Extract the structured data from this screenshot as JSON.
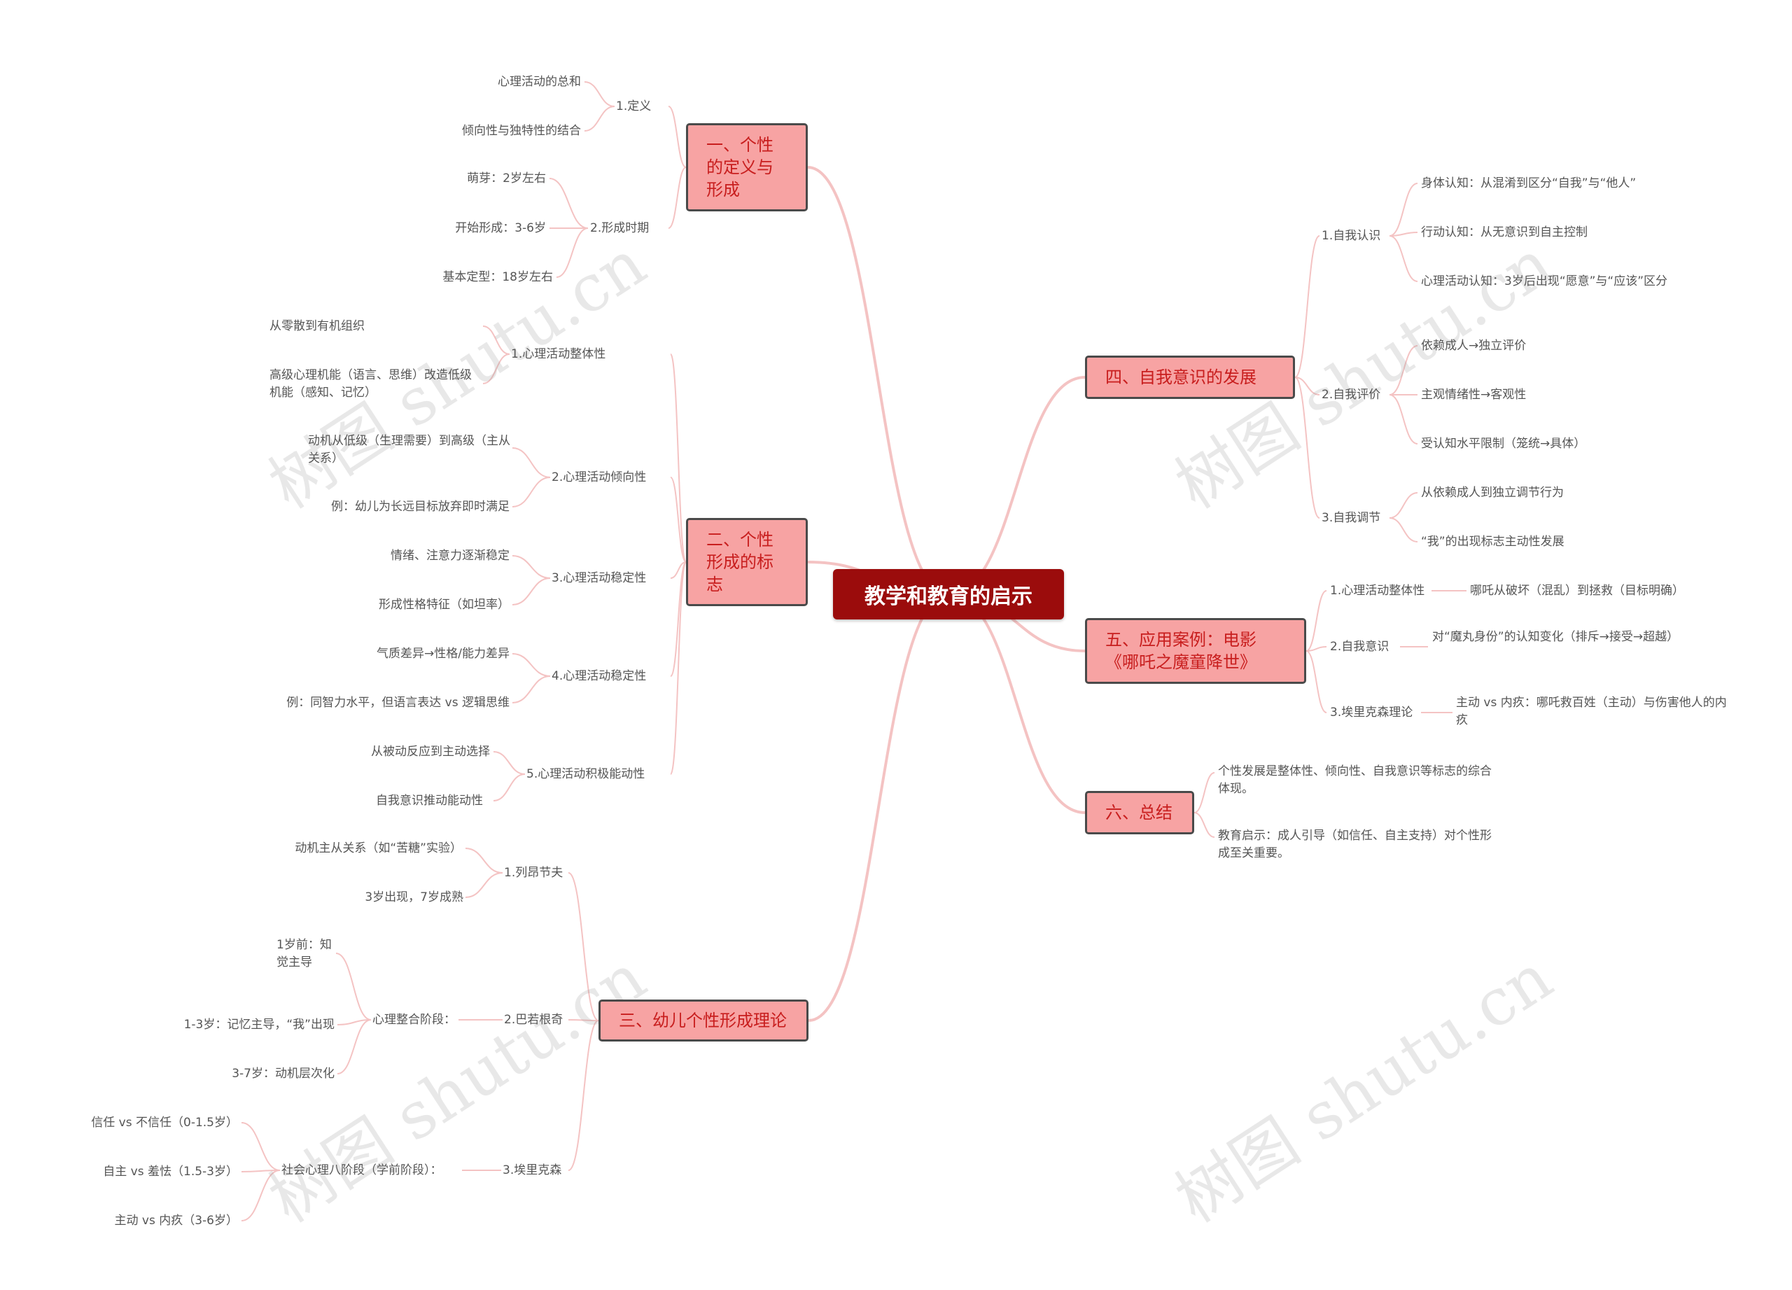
{
  "root": "教学和教育的启示",
  "watermark": "树图 shutu.cn",
  "colors": {
    "root_fill": "#9b0c0c",
    "topic_fill": "#f7a3a3",
    "topic_text": "#c81e1e",
    "link": "#f4c3c3"
  },
  "branches": {
    "b1": {
      "title": "一、个性的定义与形成",
      "children": [
        {
          "label": "1.定义",
          "leaves": [
            "心理活动的总和",
            "倾向性与独特性的结合"
          ]
        },
        {
          "label": "2.形成时期",
          "leaves": [
            "萌芽：2岁左右",
            "开始形成：3-6岁",
            "基本定型：18岁左右"
          ]
        }
      ]
    },
    "b2": {
      "title": "二、个性形成的标志",
      "children": [
        {
          "label": "1.心理活动整体性",
          "leaves": [
            "从零散到有机组织",
            "高级心理机能（语言、思维）改造低级机能（感知、记忆）"
          ]
        },
        {
          "label": "2.心理活动倾向性",
          "leaves": [
            "动机从低级（生理需要）到高级（主从关系）",
            "例：幼儿为长远目标放弃即时满足"
          ]
        },
        {
          "label": "3.心理活动稳定性",
          "leaves": [
            "情绪、注意力逐渐稳定",
            "形成性格特征（如坦率）"
          ]
        },
        {
          "label": "4.心理活动稳定性",
          "leaves": [
            "气质差异→性格/能力差异",
            "例：同智力水平，但语言表达 vs 逻辑思维"
          ]
        },
        {
          "label": "5.心理活动积极能动性",
          "leaves": [
            "从被动反应到主动选择",
            "自我意识推动能动性"
          ]
        }
      ]
    },
    "b3": {
      "title": "三、幼儿个性形成理论",
      "children": [
        {
          "label": "1.列昂节夫",
          "leaves": [
            "动机主从关系（如“苦糖”实验）",
            "3岁出现，7岁成熟"
          ]
        },
        {
          "label": "2.巴若根奇",
          "mid": "心理整合阶段：",
          "leaves": [
            "1岁前：知觉主导",
            "1-3岁：记忆主导，“我”出现",
            "3-7岁：动机层次化"
          ]
        },
        {
          "label": "3.埃里克森",
          "mid": "社会心理八阶段（学前阶段）：",
          "leaves": [
            "信任 vs 不信任（0-1.5岁）",
            "自主 vs 羞怯（1.5-3岁）",
            "主动 vs 内疚（3-6岁）"
          ]
        }
      ]
    },
    "b4": {
      "title": "四、自我意识的发展",
      "children": [
        {
          "label": "1.自我认识",
          "leaves": [
            "身体认知：从混淆到区分“自我”与“他人”",
            "行动认知：从无意识到自主控制",
            "心理活动认知：3岁后出现“愿意”与“应该”区分"
          ]
        },
        {
          "label": "2.自我评价",
          "leaves": [
            "依赖成人→独立评价",
            "主观情绪性→客观性",
            "受认知水平限制（笼统→具体）"
          ]
        },
        {
          "label": "3.自我调节",
          "leaves": [
            "从依赖成人到独立调节行为",
            "“我”的出现标志主动性发展"
          ]
        }
      ]
    },
    "b5": {
      "title": "五、应用案例：电影《哪吒之魔童降世》",
      "children": [
        {
          "label": "1.心理活动整体性",
          "leaves": [
            "哪吒从破坏（混乱）到拯救（目标明确）"
          ]
        },
        {
          "label": "2.自我意识",
          "leaves": [
            "对“魔丸身份”的认知变化（排斥→接受→超越）"
          ]
        },
        {
          "label": "3.埃里克森理论",
          "leaves": [
            "主动 vs 内疚：哪吒救百姓（主动）与伤害他人的内疚"
          ]
        }
      ]
    },
    "b6": {
      "title": "六、总结",
      "leaves": [
        "个性发展是整体性、倾向性、自我意识等标志的综合体现。",
        "教育启示：成人引导（如信任、自主支持）对个性形成至关重要。"
      ]
    }
  }
}
